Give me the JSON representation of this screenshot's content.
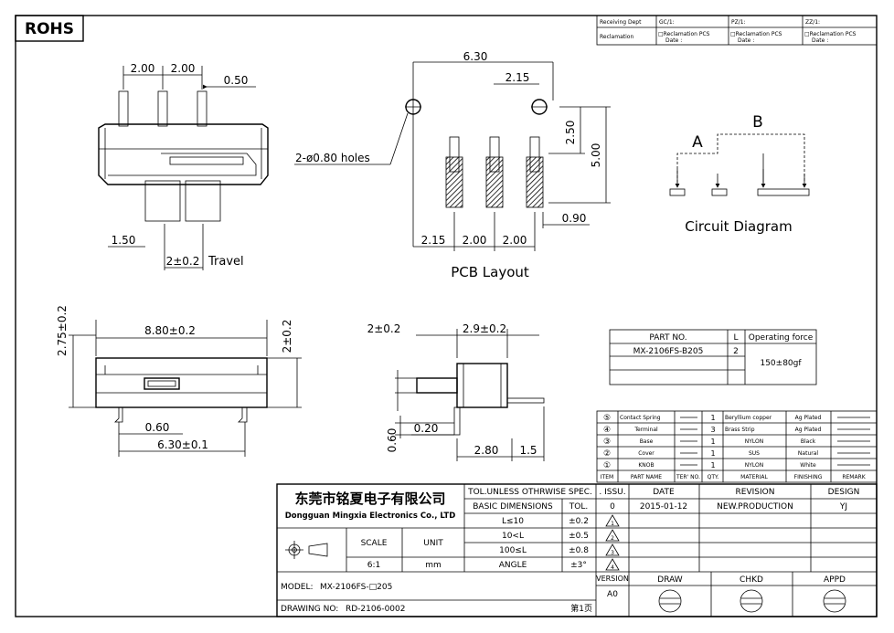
{
  "header": {
    "rohs_label": "ROHS",
    "receiving_dept": "Receiving Dept",
    "gc": "GC/1:",
    "pz": "PZ/1:",
    "zz": "ZZ/1:",
    "reclamation": "Reclamation",
    "reclamation_pcs": "□Reclamation  PCS",
    "date_label": "Date :"
  },
  "side_view": {
    "dim_pitch_1": "2.00",
    "dim_pitch_2": "2.00",
    "dim_pin_w": "0.50",
    "dim_knob": "1.50",
    "dim_travel": "2±0.2",
    "travel_label": "Travel"
  },
  "pcb_layout": {
    "dim_total": "6.30",
    "dim_half": "2.15",
    "dim_hole_spacing": "2.50",
    "dim_height": "5.00",
    "holes_label": "2-ø0.80  holes",
    "dim_right": "0.90",
    "dim_b1": "2.15",
    "dim_b2": "2.00",
    "dim_b3": "2.00",
    "caption": "PCB  Layout"
  },
  "circuit": {
    "label_a": "A",
    "label_b": "B",
    "caption": "Circuit  Diagram"
  },
  "front_view": {
    "dim_width": "8.80±0.2",
    "dim_height_left": "2.75±0.2",
    "dim_height_right": "2±0.2",
    "dim_pin": "0.60",
    "dim_pitch": "6.30±0.1"
  },
  "end_view": {
    "dim_knob": "2±0.2",
    "dim_body": "2.9±0.2",
    "dim_pin_h": "0.60",
    "dim_pin_t": "0.20",
    "dim_base": "2.80",
    "dim_tail": "1.5"
  },
  "part_table": {
    "headers": [
      "PART NO.",
      "L",
      "Operating force"
    ],
    "part_no": "MX-2106FS-B205",
    "l_value": "2",
    "force": "150±80gf"
  },
  "bom": {
    "rows": [
      {
        "item": "⑤",
        "name": "Contact Spring",
        "ter": "",
        "qty": "1",
        "material": "Beryllium copper",
        "finishing": "Ag Plated",
        "remark": ""
      },
      {
        "item": "④",
        "name": "Terminal",
        "ter": "",
        "qty": "3",
        "material": "Brass Strip",
        "finishing": "Ag Plated",
        "remark": ""
      },
      {
        "item": "③",
        "name": "Base",
        "ter": "",
        "qty": "1",
        "material": "NYLON",
        "finishing": "Black",
        "remark": ""
      },
      {
        "item": "②",
        "name": "Cover",
        "ter": "",
        "qty": "1",
        "material": "SUS",
        "finishing": "Natural",
        "remark": ""
      },
      {
        "item": "①",
        "name": "KNOB",
        "ter": "",
        "qty": "1",
        "material": "NYLON",
        "finishing": "White",
        "remark": ""
      }
    ],
    "headers": [
      "ITEM",
      "PART NAME",
      "TER' NO.",
      "QTY.",
      "MATERIAL",
      "FINISHING",
      "REMARK"
    ]
  },
  "title_block": {
    "company_cn": "东莞市铭夏电子有限公司",
    "company_en": "Dongguan Mingxia Electronics Co., LTD",
    "tol_title": "TOL.UNLESS OTHRWISE SPEC.",
    "basic_dim": "BASIC DIMENSIONS",
    "tol": "TOL.",
    "tol_rows": [
      {
        "range": "L≤10",
        "tol": "±0.2"
      },
      {
        "range": "10<L",
        "tol": "±0.5"
      },
      {
        "range": "100≤L",
        "tol": "±0.8"
      },
      {
        "range": "ANGLE",
        "tol": "±3°"
      }
    ],
    "scale_label": "SCALE",
    "scale": "6:1",
    "unit_label": "UNIT",
    "unit": "mm",
    "issu": ". ISSU.",
    "date_h": "DATE",
    "revision_h": "REVISION",
    "design_h": "DESIGN",
    "issue_no": "0",
    "date": "2015-01-12",
    "revision": "NEW.PRODUCTION",
    "designer": "YJ",
    "rev_marks": [
      "1",
      "2",
      "3",
      "4"
    ],
    "version_label": "VERSION",
    "version": "A0",
    "draw": "DRAW",
    "chkd": "CHKD",
    "appd": "APPD",
    "model_label": "MODEL:",
    "model": "MX-2106FS-□205",
    "drawing_label": "DRAWING NO:",
    "drawing_no": "RD-2106-0002",
    "page": "第1页"
  }
}
